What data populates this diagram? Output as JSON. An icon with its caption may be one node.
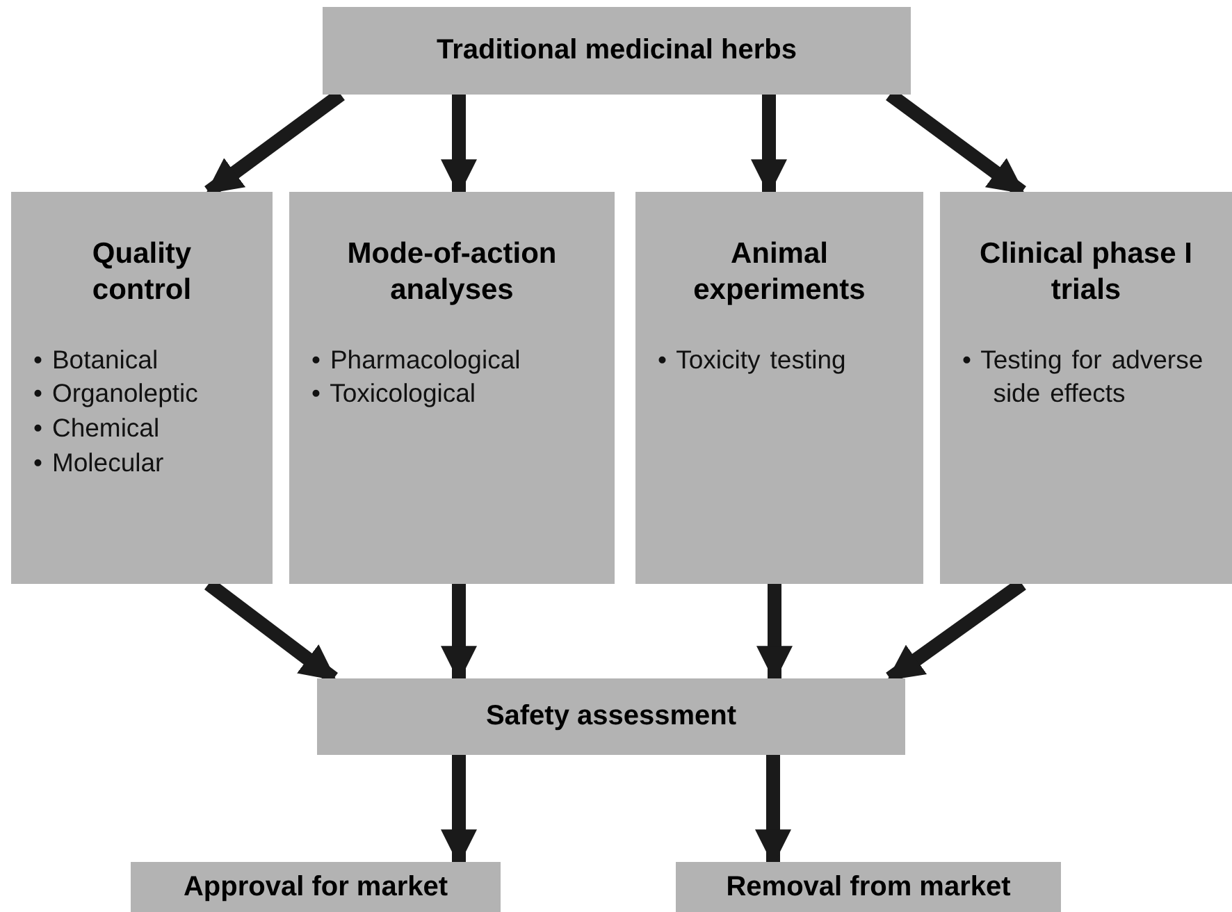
{
  "diagram": {
    "nodes": [
      {
        "text": [
          "Traditional medicinal herbs"
        ]
      },
      {
        "text": [
          "Quality control",
          "• Botanical",
          "• Organoleptic",
          "• Chemical",
          "• Molecular"
        ]
      },
      {
        "text": [
          "Mode-of-action analyses",
          "• Pharmacological",
          "• Toxicological"
        ]
      },
      {
        "text": [
          "Animal experiments",
          "• Toxicity testing"
        ]
      },
      {
        "text": [
          "Clinical phase I trials",
          "• Testing for adverse side effects"
        ]
      },
      {
        "text": [
          "Safety assessment"
        ]
      },
      {
        "text": [
          "Approval for market"
        ]
      },
      {
        "text": [
          "Removal from market"
        ]
      }
    ],
    "edges": [
      {
        "from": 0,
        "to": 1,
        "arrow": "to"
      },
      {
        "from": 0,
        "to": 2,
        "arrow": "to"
      },
      {
        "from": 0,
        "to": 3,
        "arrow": "to"
      },
      {
        "from": 0,
        "to": 4,
        "arrow": "to"
      },
      {
        "from": 1,
        "to": 5,
        "arrow": "to"
      },
      {
        "from": 2,
        "to": 5,
        "arrow": "to"
      },
      {
        "from": 3,
        "to": 5,
        "arrow": "to"
      },
      {
        "from": 4,
        "to": 5,
        "arrow": "to"
      },
      {
        "from": 5,
        "to": 6,
        "arrow": "to"
      },
      {
        "from": 5,
        "to": 7,
        "arrow": "to"
      }
    ]
  }
}
